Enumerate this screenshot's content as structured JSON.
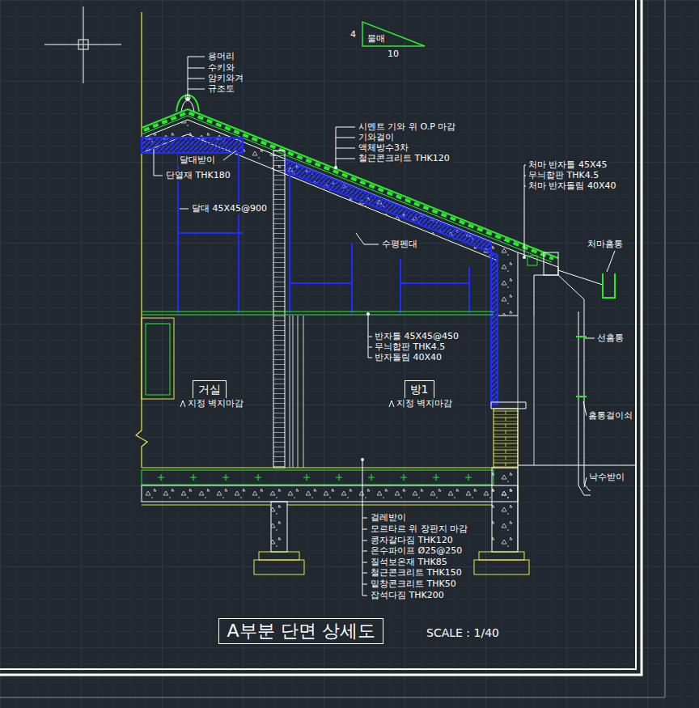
{
  "diagram": {
    "title": "A부분 단면 상세도",
    "nodes": [
      {
        "text": [
          "물매"
        ]
      },
      {
        "text": [
          "거실"
        ]
      },
      {
        "text": [
          "방1"
        ]
      }
    ],
    "labels": [
      "용머리",
      "수키와",
      "암키와겨",
      "규조토",
      "시멘트 기와 위 O.P 마감",
      "기와걸이",
      "액체방수3차",
      "철근콘크리트 THK120",
      "처마 반자틀 45X45",
      "무늬합판 THK4.5",
      "처마 반자돌림 40X40",
      "처마홈통",
      "달대받이",
      "단열재 THK180",
      "달대 45X45@900",
      "수평펜대",
      "반자틀 45X45@450",
      "무늬합판 THK4.5",
      "반자돌림 40X40",
      "선홈통",
      "홈통걸이쇠",
      "낙수받이",
      "지정 벽지마감",
      "지정 벽지마감",
      "걸레받이",
      "모르타르 위 장판지 마감",
      "콩자갈다짐 THK120",
      "온수파이프 Ø25@250",
      "질석보온재 THK85",
      "철근콘크리트 THK150",
      "밑창콘크리트 THK50",
      "잡석다짐 THK200",
      "SCALE : 1/40",
      "4",
      "10"
    ]
  }
}
